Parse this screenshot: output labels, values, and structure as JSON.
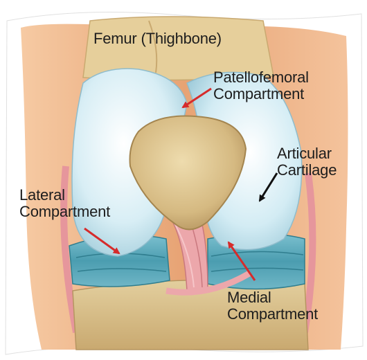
{
  "labels": {
    "femur": "Femur (Thighbone)",
    "patellofemoral": [
      "Patellofemoral",
      "Compartment"
    ],
    "articular": [
      "Articular",
      "Cartilage"
    ],
    "lateral": [
      "Lateral",
      "Compartment"
    ],
    "medial": [
      "Medial",
      "Compartment"
    ]
  },
  "colors": {
    "skin": "#e9a877",
    "bone": "#d9c08a",
    "cartilage": "#cfeaf2",
    "meniscus": "#58a7b8",
    "ligament": "#e99aa0",
    "arrow_red": "#d62b2b",
    "arrow_black": "#111111"
  }
}
